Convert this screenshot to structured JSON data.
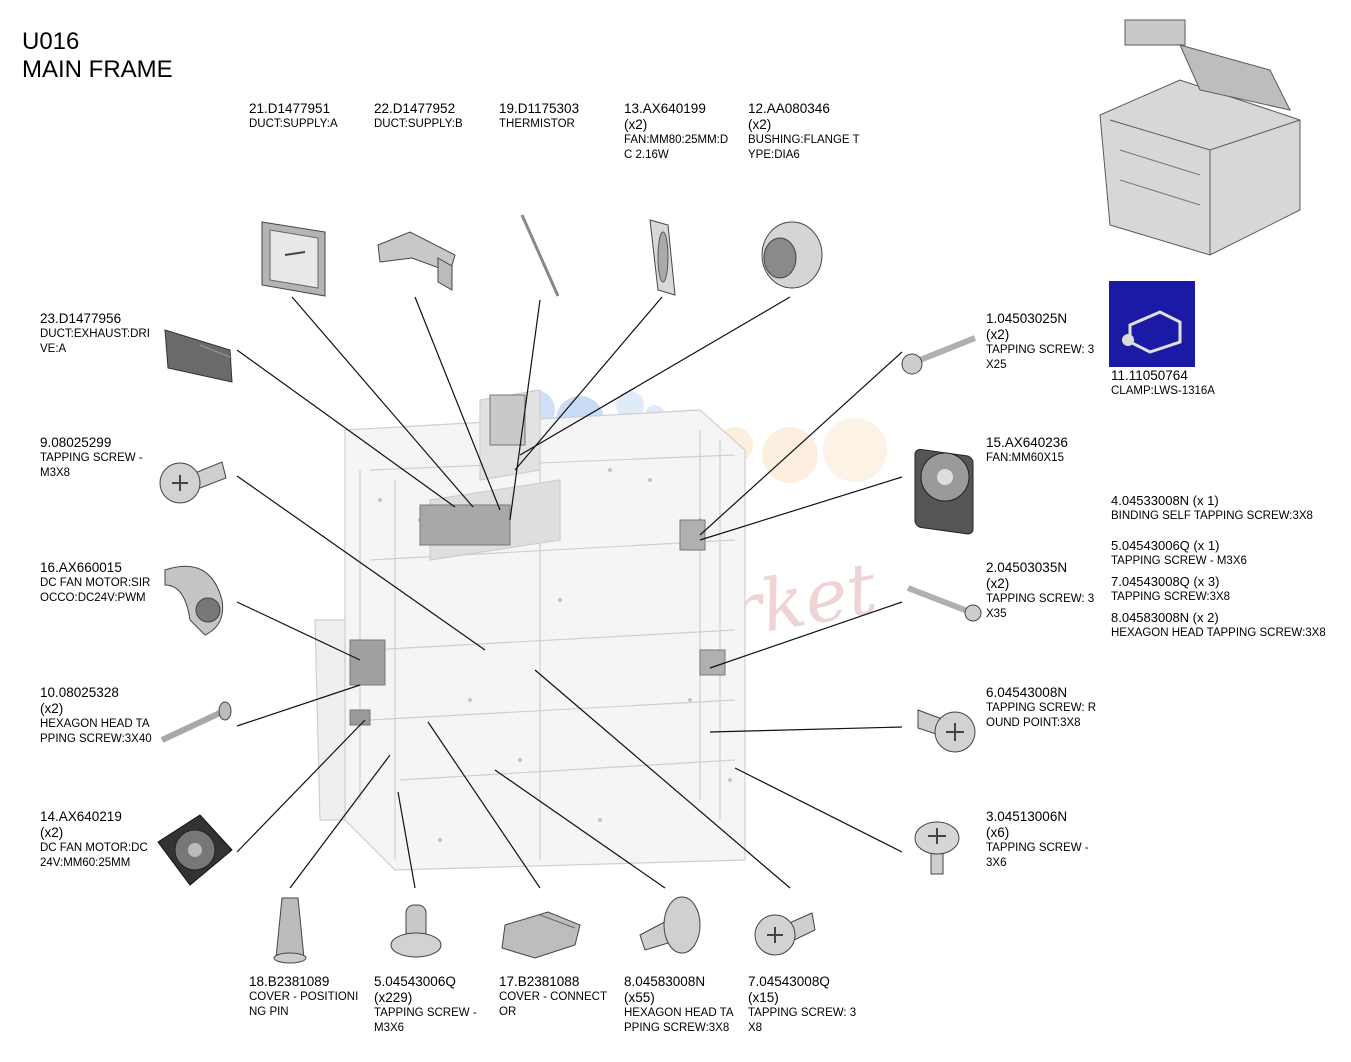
{
  "title": {
    "code": "U016",
    "name": "MAIN FRAME"
  },
  "watermark": "Ink-Market",
  "colors": {
    "callout": "#111111",
    "part_gray": "#a9a9a9",
    "blue_tile": "#1a1aa6",
    "watermark": "#e8c2c2"
  },
  "parts": [
    {
      "ref": "21",
      "pn": "21.D1477951",
      "qty": "",
      "desc": "DUCT:SUPPLY:A"
    },
    {
      "ref": "22",
      "pn": "22.D1477952",
      "qty": "",
      "desc": "DUCT:SUPPLY:B"
    },
    {
      "ref": "19",
      "pn": "19.D1175303",
      "qty": "",
      "desc": "THERMISTOR"
    },
    {
      "ref": "13",
      "pn": "13.AX640199",
      "qty": "(x2)",
      "desc": "FAN:MM80:25MM:DC 2.16W"
    },
    {
      "ref": "12",
      "pn": "12.AA080346",
      "qty": "(x2)",
      "desc": "BUSHING:FLANGE TYPE:DIA6"
    },
    {
      "ref": "23",
      "pn": "23.D1477956",
      "qty": "",
      "desc": "DUCT:EXHAUST:DRIVE:A"
    },
    {
      "ref": "9",
      "pn": "9.08025299",
      "qty": "",
      "desc": "TAPPING SCREW - M3X8"
    },
    {
      "ref": "16",
      "pn": "16.AX660015",
      "qty": "",
      "desc": "DC FAN MOTOR:SIROCCO:DC24V:PWM"
    },
    {
      "ref": "10",
      "pn": "10.08025328",
      "qty": "(x2)",
      "desc": "HEXAGON HEAD TAPPING SCREW:3X40"
    },
    {
      "ref": "14",
      "pn": "14.AX640219",
      "qty": "(x2)",
      "desc": "DC FAN MOTOR:DC24V:MM60:25MM"
    },
    {
      "ref": "1",
      "pn": "1.04503025N",
      "qty": "(x2)",
      "desc": "TAPPING SCREW: 3X25"
    },
    {
      "ref": "11",
      "pn": "11.11050764",
      "qty": "",
      "desc": "CLAMP:LWS-1316A"
    },
    {
      "ref": "15",
      "pn": "15.AX640236",
      "qty": "",
      "desc": "FAN:MM60X15"
    },
    {
      "ref": "2",
      "pn": "2.04503035N",
      "qty": "(x2)",
      "desc": "TAPPING SCREW: 3X35"
    },
    {
      "ref": "6",
      "pn": "6.04543008N",
      "qty": "",
      "desc": "TAPPING SCREW: ROUND POINT:3X8"
    },
    {
      "ref": "3",
      "pn": "3.04513006N",
      "qty": "(x6)",
      "desc": "TAPPING SCREW - 3X6"
    },
    {
      "ref": "18",
      "pn": "18.B2381089",
      "qty": "",
      "desc": "COVER - POSITIONING PIN"
    },
    {
      "ref": "5b",
      "pn": "5.04543006Q",
      "qty": "(x229)",
      "desc": "TAPPING SCREW - M3X6"
    },
    {
      "ref": "17",
      "pn": "17.B2381088",
      "qty": "",
      "desc": "COVER - CONNECTOR"
    },
    {
      "ref": "8b",
      "pn": "8.04583008N",
      "qty": "(x55)",
      "desc": "HEXAGON HEAD TAPPING SCREW:3X8"
    },
    {
      "ref": "7b",
      "pn": "7.04543008Q",
      "qty": "(x15)",
      "desc": "TAPPING SCREW: 3X8"
    }
  ],
  "notes": [
    {
      "line": "4.04533008N (x 1)",
      "desc": "BINDING SELF TAPPING SCREW:3X8"
    },
    {
      "line": "5.04543006Q (x 1)",
      "desc": "TAPPING SCREW - M3X6"
    },
    {
      "line": "7.04543008Q (x 3)",
      "desc": "TAPPING SCREW:3X8"
    },
    {
      "line": "8.04583008N (x 2)",
      "desc": "HEXAGON HEAD TAPPING SCREW:3X8"
    }
  ]
}
